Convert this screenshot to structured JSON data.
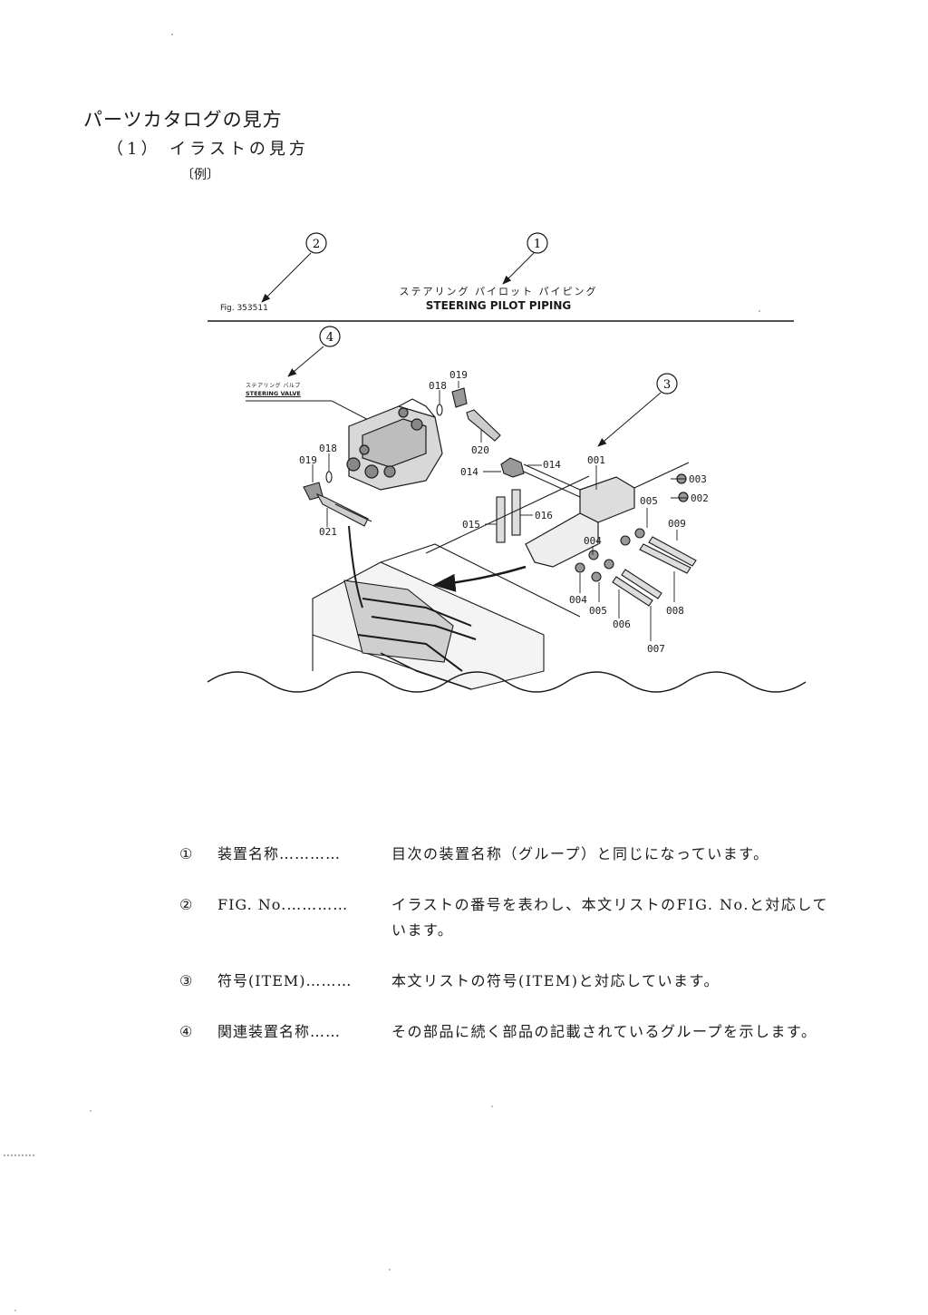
{
  "header": {
    "title": "パーツカタログの見方",
    "subtitle": "（1） イラストの見方",
    "example": "〔例〕"
  },
  "figure": {
    "fig_no": "Fig. 353511",
    "title_jp": "ステアリング パイロット パイピング",
    "title_en": "STEERING PILOT PIPING",
    "related_jp": "ステアリング バルブ",
    "related_en": "STEERING VALVE",
    "callouts": [
      "1",
      "2",
      "3",
      "4"
    ],
    "part_labels": [
      "001",
      "002",
      "003",
      "004",
      "005",
      "006",
      "007",
      "008",
      "009",
      "014",
      "014",
      "015",
      "016",
      "018",
      "018",
      "019",
      "019",
      "020",
      "021",
      "004",
      "005"
    ]
  },
  "notes": [
    {
      "num": "①",
      "term": "装置名称…………",
      "desc": "目次の装置名称（グループ）と同じになっています。"
    },
    {
      "num": "②",
      "term": "FIG. No.…………",
      "desc": "イラストの番号を表わし、本文リストのFIG. No.と対応しています。"
    },
    {
      "num": "③",
      "term": "符号(ITEM)………",
      "desc": "本文リストの符号(ITEM)と対応しています。"
    },
    {
      "num": "④",
      "term": "関連装置名称……",
      "desc": "その部品に続く部品の記載されているグループを示します。"
    }
  ],
  "colors": {
    "ink": "#1a1a1a",
    "paper": "#ffffff"
  }
}
